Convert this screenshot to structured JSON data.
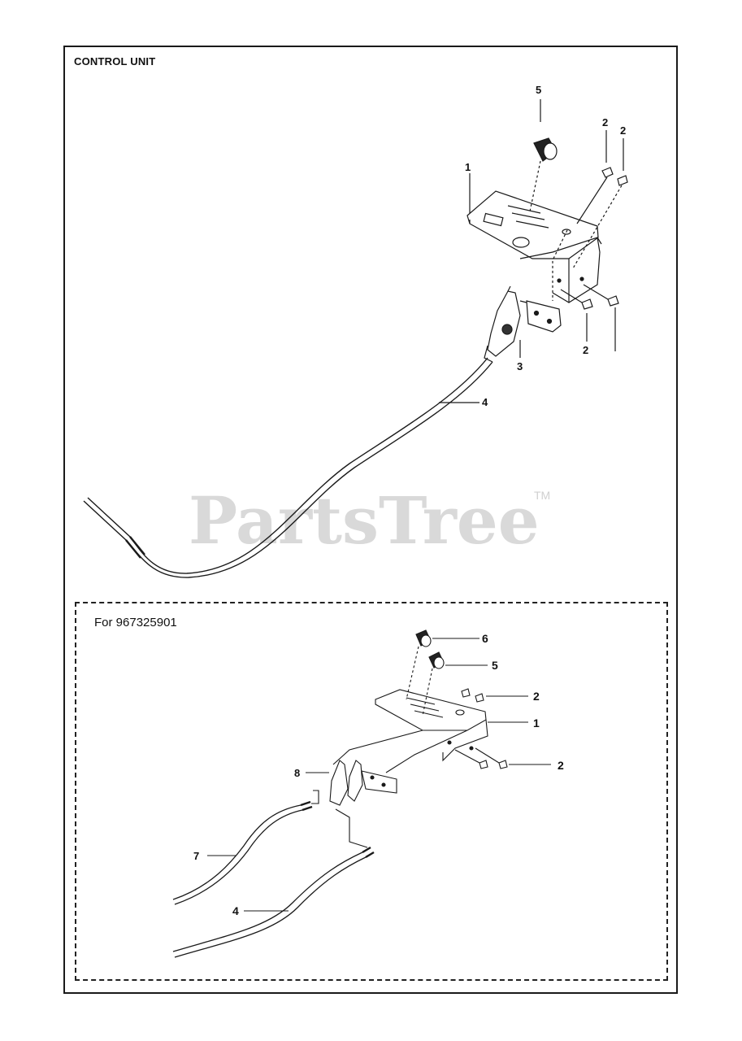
{
  "diagram": {
    "title": "CONTROL UNIT",
    "watermark": "PartsTree",
    "watermark_mark": "TM",
    "inset_title": "For 967325901",
    "main_callouts": [
      "5",
      "2",
      "2",
      "1",
      "2",
      "3",
      "4"
    ],
    "inset_callouts": [
      "6",
      "5",
      "2",
      "1",
      "8",
      "2",
      "7",
      "4"
    ]
  },
  "colors": {
    "line": "#1a1a1a",
    "watermark": "#d9d9d9",
    "background": "#ffffff"
  }
}
